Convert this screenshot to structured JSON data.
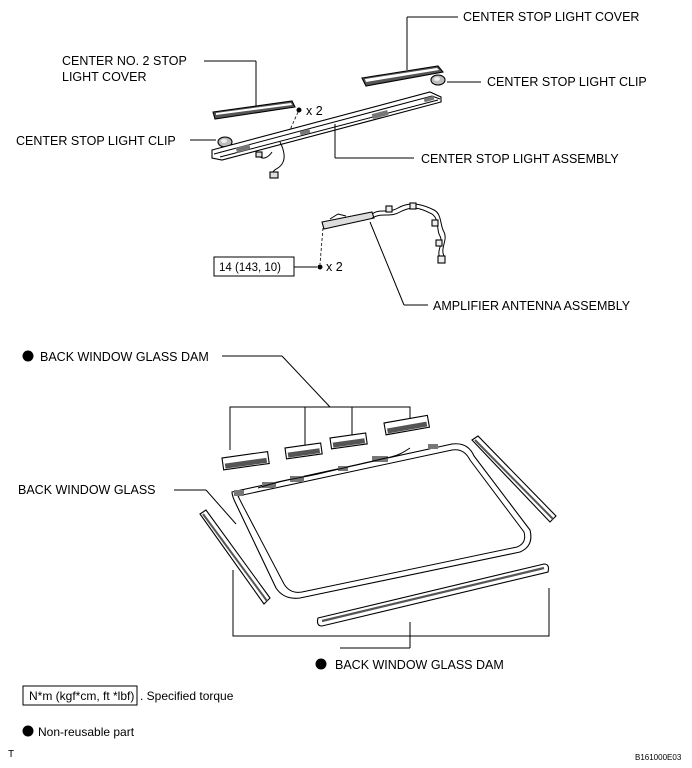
{
  "labels": {
    "center_stop_light_cover": "CENTER STOP LIGHT COVER",
    "center_no2_cover_line1": "CENTER NO. 2 STOP",
    "center_no2_cover_line2": "LIGHT COVER",
    "center_stop_light_clip_right": "CENTER STOP LIGHT CLIP",
    "center_stop_light_clip_left": "CENTER STOP LIGHT CLIP",
    "center_stop_light_assembly": "CENTER STOP LIGHT ASSEMBLY",
    "amplifier_antenna_assembly": "AMPLIFIER ANTENNA ASSEMBLY",
    "back_window_glass_dam_top": "BACK WINDOW GLASS DAM",
    "back_window_glass": "BACK WINDOW GLASS",
    "back_window_glass_dam_bottom": "BACK WINDOW GLASS DAM"
  },
  "quantities": {
    "screws_top": "x 2",
    "nuts_antenna": "x 2"
  },
  "torque": {
    "value": "14 (143, 10)"
  },
  "legend": {
    "torque_box": "N*m (kgf*cm, ft *lbf)",
    "torque_text": ". Specified torque",
    "nonreusable_text": "Non-reusable part"
  },
  "footer": {
    "left_mark": "T",
    "figure_code": "B161000E03"
  }
}
